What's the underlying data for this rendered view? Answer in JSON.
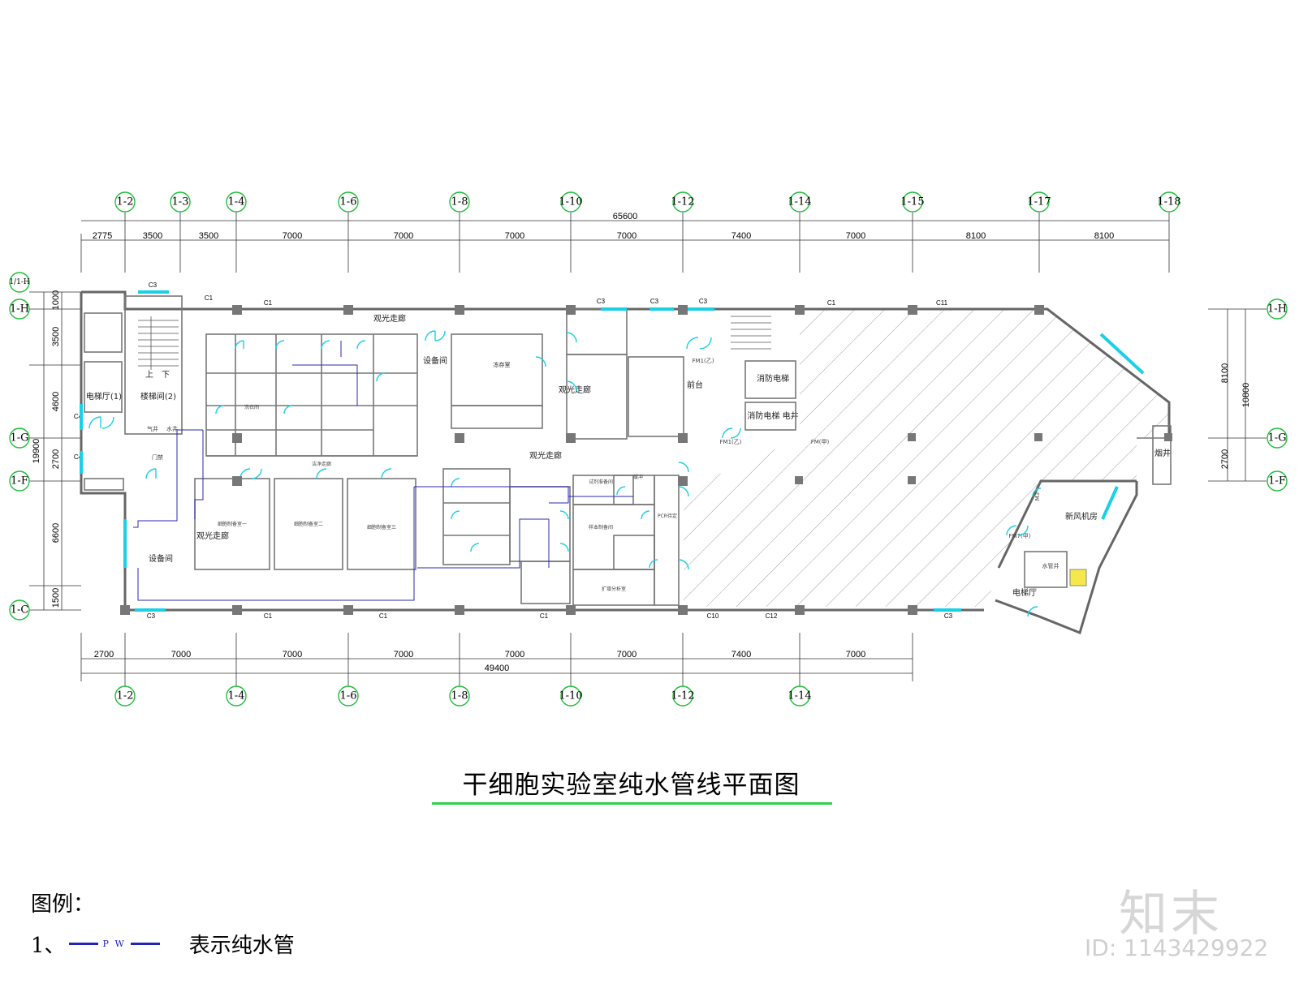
{
  "title": "干细胞实验室纯水管线平面图",
  "legend": {
    "heading": "图例：",
    "index": "1、",
    "line_code": "P W",
    "description": "表示纯水管"
  },
  "watermark": {
    "logo": "知末",
    "id": "ID: 1143429922"
  },
  "axes_top": [
    "1-2",
    "1-3",
    "1-4",
    "1-6",
    "1-8",
    "1-10",
    "1-12",
    "1-14",
    "1-15",
    "1-17",
    "1-18"
  ],
  "axes_bottom": [
    "1-2",
    "1-4",
    "1-6",
    "1-8",
    "1-10",
    "1-12",
    "1-14"
  ],
  "axes_left": [
    "1/1-H",
    "1-H",
    "1-G",
    "1-F",
    "1-C"
  ],
  "axes_right": [
    "1-H",
    "1-G",
    "1-F"
  ],
  "dims_top_total": "65600",
  "dims_top": [
    "2775",
    "3500",
    "3500",
    "7000",
    "7000",
    "7000",
    "7000",
    "7400",
    "7000",
    "8100",
    "8100"
  ],
  "dims_bottom_total": "49400",
  "dims_bottom": [
    "2700",
    "7000",
    "7000",
    "7000",
    "7000",
    "7000",
    "7400",
    "7000"
  ],
  "dims_left_total": "19900",
  "dims_left": [
    "1000",
    "3500",
    "4600",
    "2700",
    "6600",
    "1500"
  ],
  "dims_right_total": "10800",
  "dims_right": [
    "8100",
    "2700"
  ],
  "rooms": {
    "corridor_top": "观光走廊",
    "corridor_mid": "观光走廊",
    "corridor_left": "观光走廊",
    "corridor_v": "观光走廊",
    "elevator_hall_left": "电梯厅(1)",
    "stairs": "楼梯间(2)",
    "stairs_updown": "上　下",
    "equipment_1": "设备间",
    "equipment_2": "设备间",
    "storage": "冻存室",
    "reception": "前台",
    "fire_elevator": "消防电梯",
    "fire_elevator_2": "消防电梯 电井",
    "fresh_air": "新风机房",
    "elevator_hall_right": "电梯厅",
    "water_well": "水管井",
    "smoke_well": "烟井",
    "fm_yi_1": "FM1(乙)",
    "fm_yi_2": "FM1(乙)",
    "fm_jia": "FM(甲)",
    "fm7": "FM7(甲)",
    "m3": "M3",
    "c1": "C1",
    "c3": "C3",
    "c4": "C4",
    "c10": "C10",
    "c11": "C11",
    "c12": "C12",
    "prep_1": "细胞制备室一",
    "prep_2": "细胞制备室二",
    "prep_3": "细胞制备室三",
    "sample_prep": "样本制备间",
    "amplify": "扩增分析室",
    "reagent": "试剂准备间",
    "pcr": "PCR待定",
    "buffer": "缓冲",
    "wash": "洗衣间",
    "clean_corridor": "洁净走廊",
    "gas": "气井",
    "water": "水井",
    "door": "门禁"
  },
  "colors": {
    "axis": "#1fbf3a",
    "door_window": "#1ad0e6",
    "pipe": "#2226b8",
    "wall": "#666666",
    "title_underline": "#2fd24a"
  }
}
